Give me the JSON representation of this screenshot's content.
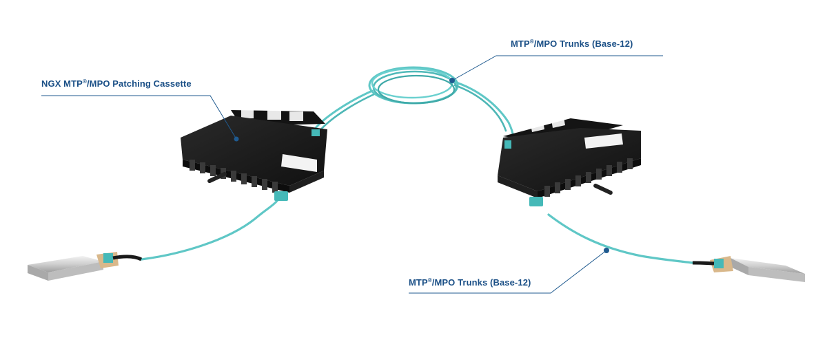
{
  "labels": {
    "cassette": {
      "pre": "NGX MTP",
      "sup": "®",
      "post": "/MPO Patching Cassette"
    },
    "trunk_top": {
      "pre": "MTP",
      "sup": "®",
      "post": "/MPO Trunks (Base-12)"
    },
    "trunk_bottom": {
      "pre": "MTP",
      "sup": "®",
      "post": "/MPO Trunks (Base-12)"
    }
  },
  "colors": {
    "label_text": "#1a4f86",
    "leader_line": "#1f5a8f",
    "fiber_aqua": "#5fc7c6",
    "fiber_aqua_dark": "#3fa9a8",
    "cassette_body": "#1b1b1b",
    "connector_aqua": "#45b9b8",
    "transceiver_metal": "#c9c9c9"
  },
  "icons": {
    "left_cassette": "patching-cassette-icon",
    "right_cassette": "patching-cassette-icon",
    "left_transceiver": "qsfp-transceiver-icon",
    "right_transceiver": "qsfp-transceiver-icon",
    "trunk_coil": "fiber-coil-icon"
  }
}
